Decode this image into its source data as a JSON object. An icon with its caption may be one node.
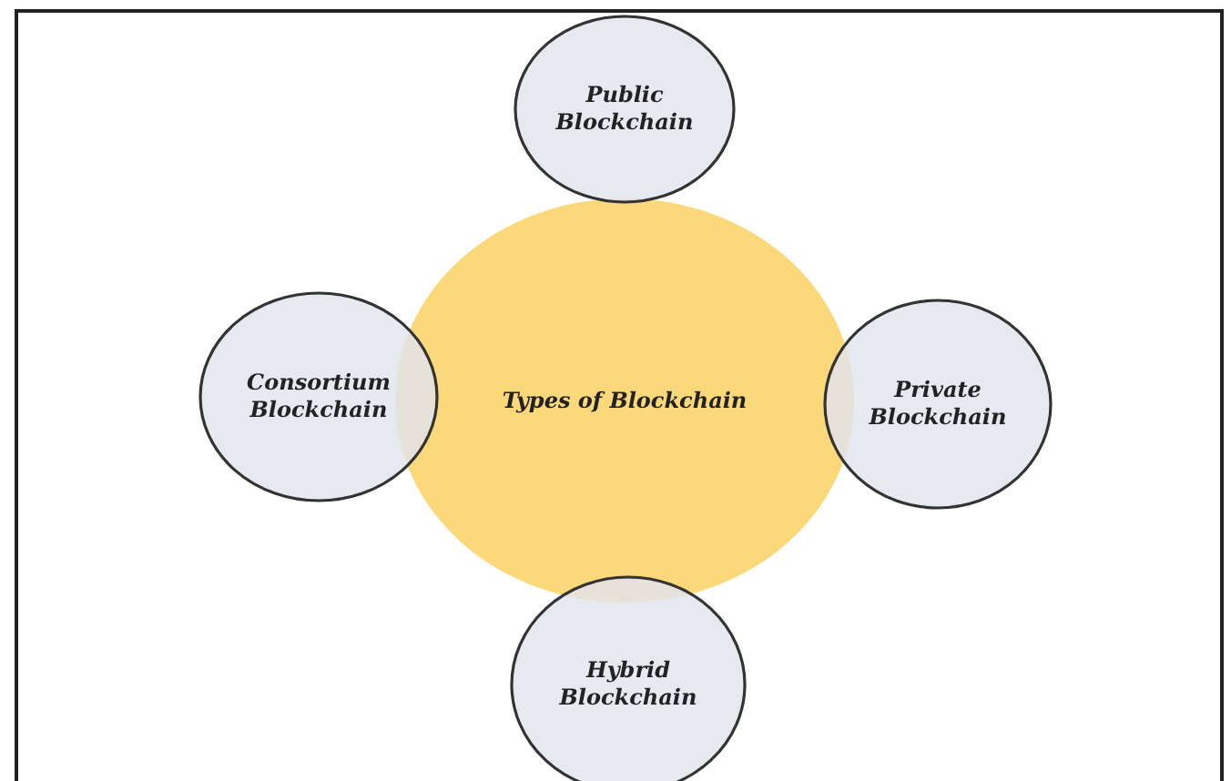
{
  "diagram": {
    "nodes": [
      {
        "text": [
          "Public Blockchain"
        ]
      },
      {
        "text": [
          "Consortium Blockchain"
        ]
      },
      {
        "text": [
          "Types of Blockchain"
        ]
      },
      {
        "text": [
          "Private Blockchain"
        ]
      },
      {
        "text": [
          "Hybrid Blockchain"
        ]
      }
    ]
  }
}
